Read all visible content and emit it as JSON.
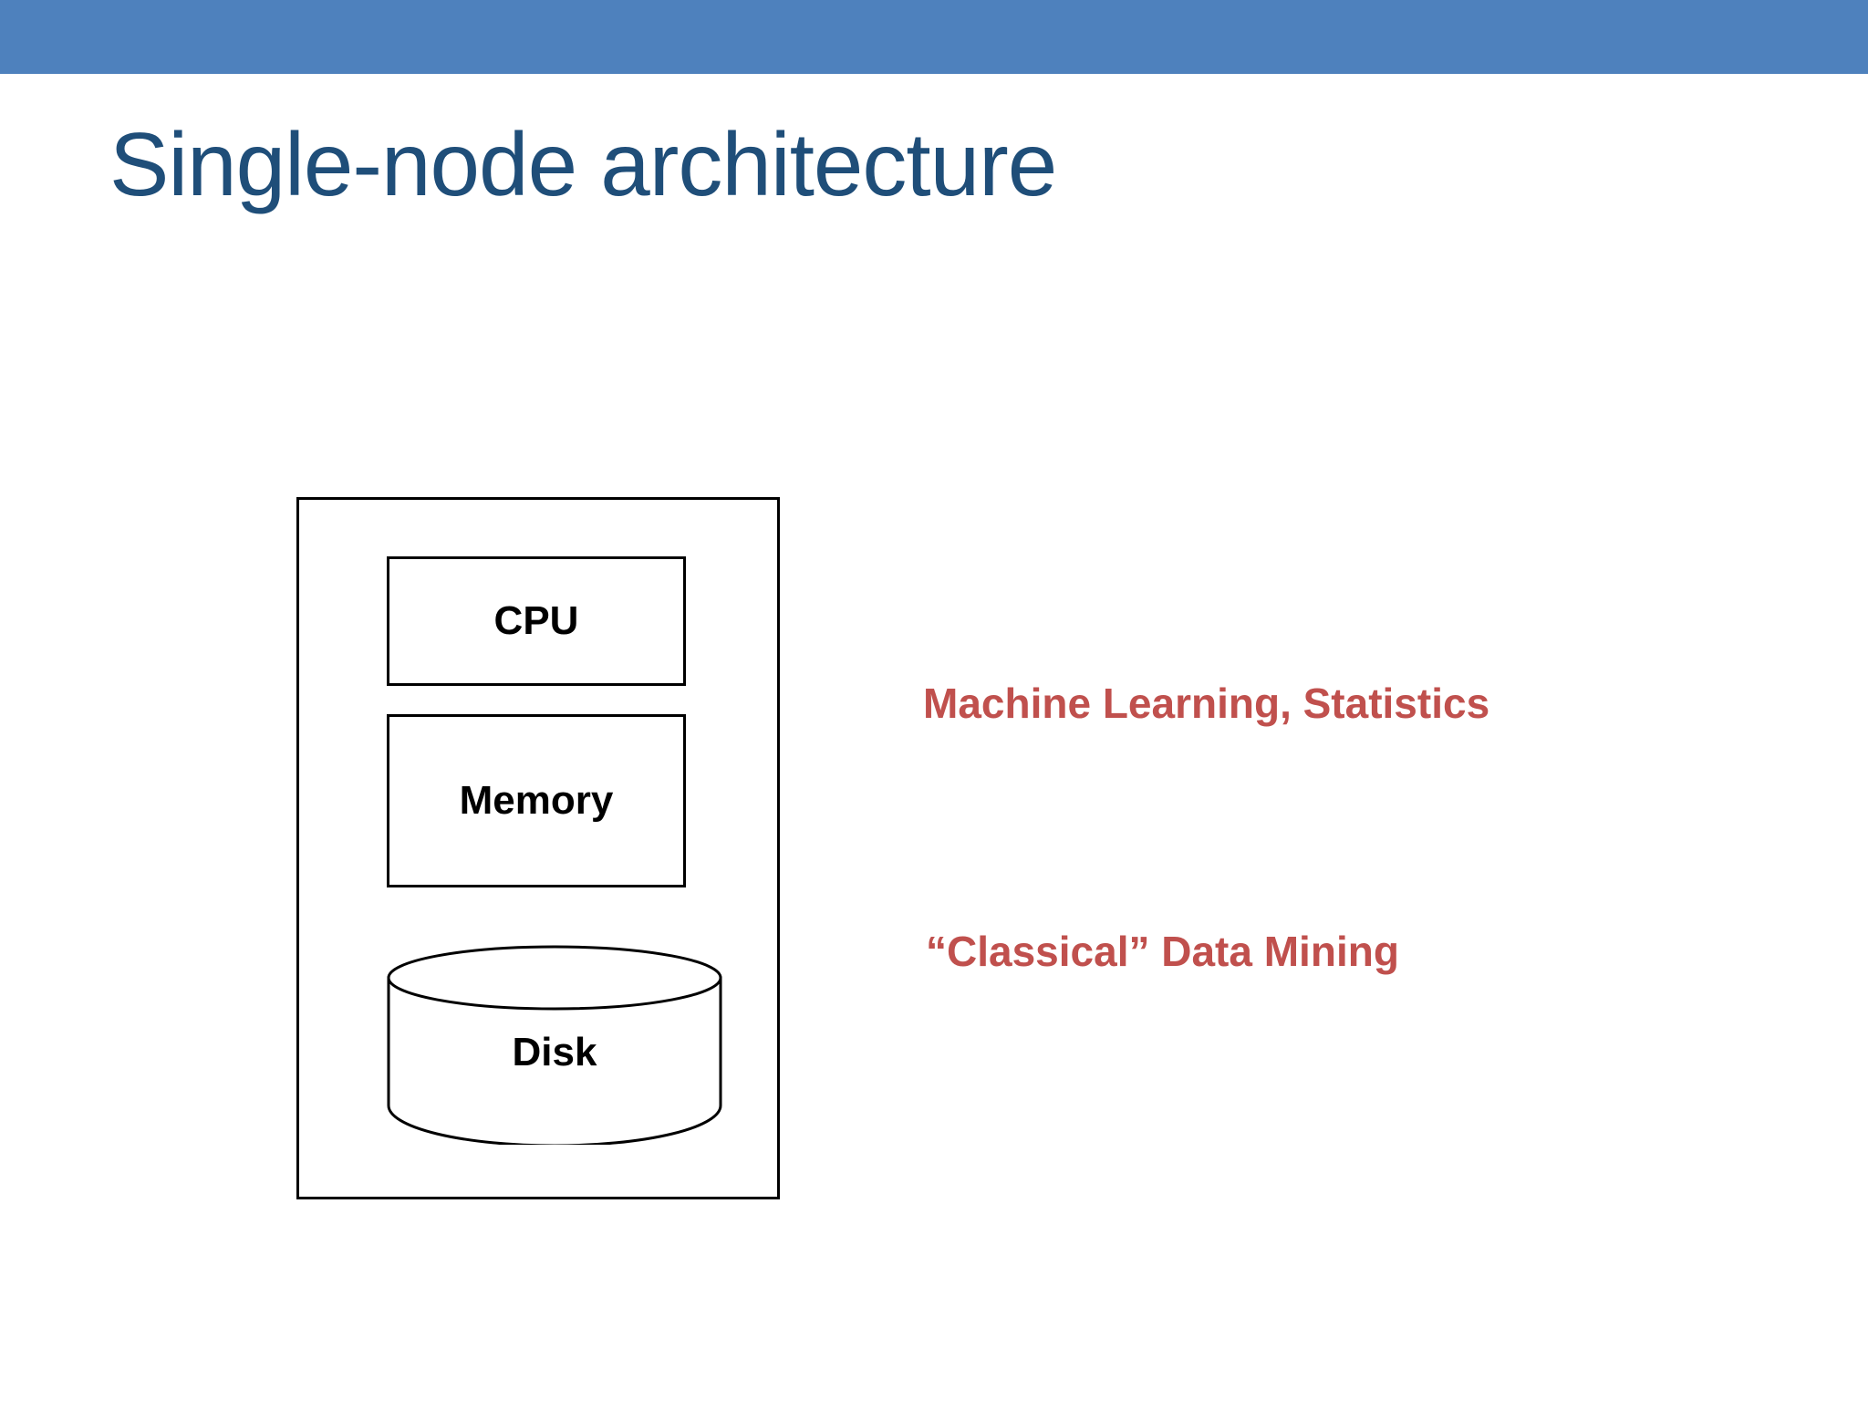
{
  "slide": {
    "title": "Single-node architecture",
    "band_color": "#4E81BD",
    "title_color": "#1F4E79",
    "accent_red": "#C0504D",
    "background": "#FFFFFF"
  },
  "diagram": {
    "name": "single-node-machine",
    "outer_box_label": "",
    "components": [
      {
        "id": "cpu",
        "label": "CPU",
        "shape": "rectangle"
      },
      {
        "id": "memory",
        "label": "Memory",
        "shape": "rectangle"
      },
      {
        "id": "disk",
        "label": "Disk",
        "shape": "cylinder"
      }
    ]
  },
  "annotations": [
    {
      "id": "machine-learning",
      "text": "Machine Learning, Statistics",
      "color": "#C0504D"
    },
    {
      "id": "classical-data-mining",
      "text": "“Classical” Data Mining",
      "color": "#C0504D"
    }
  ]
}
